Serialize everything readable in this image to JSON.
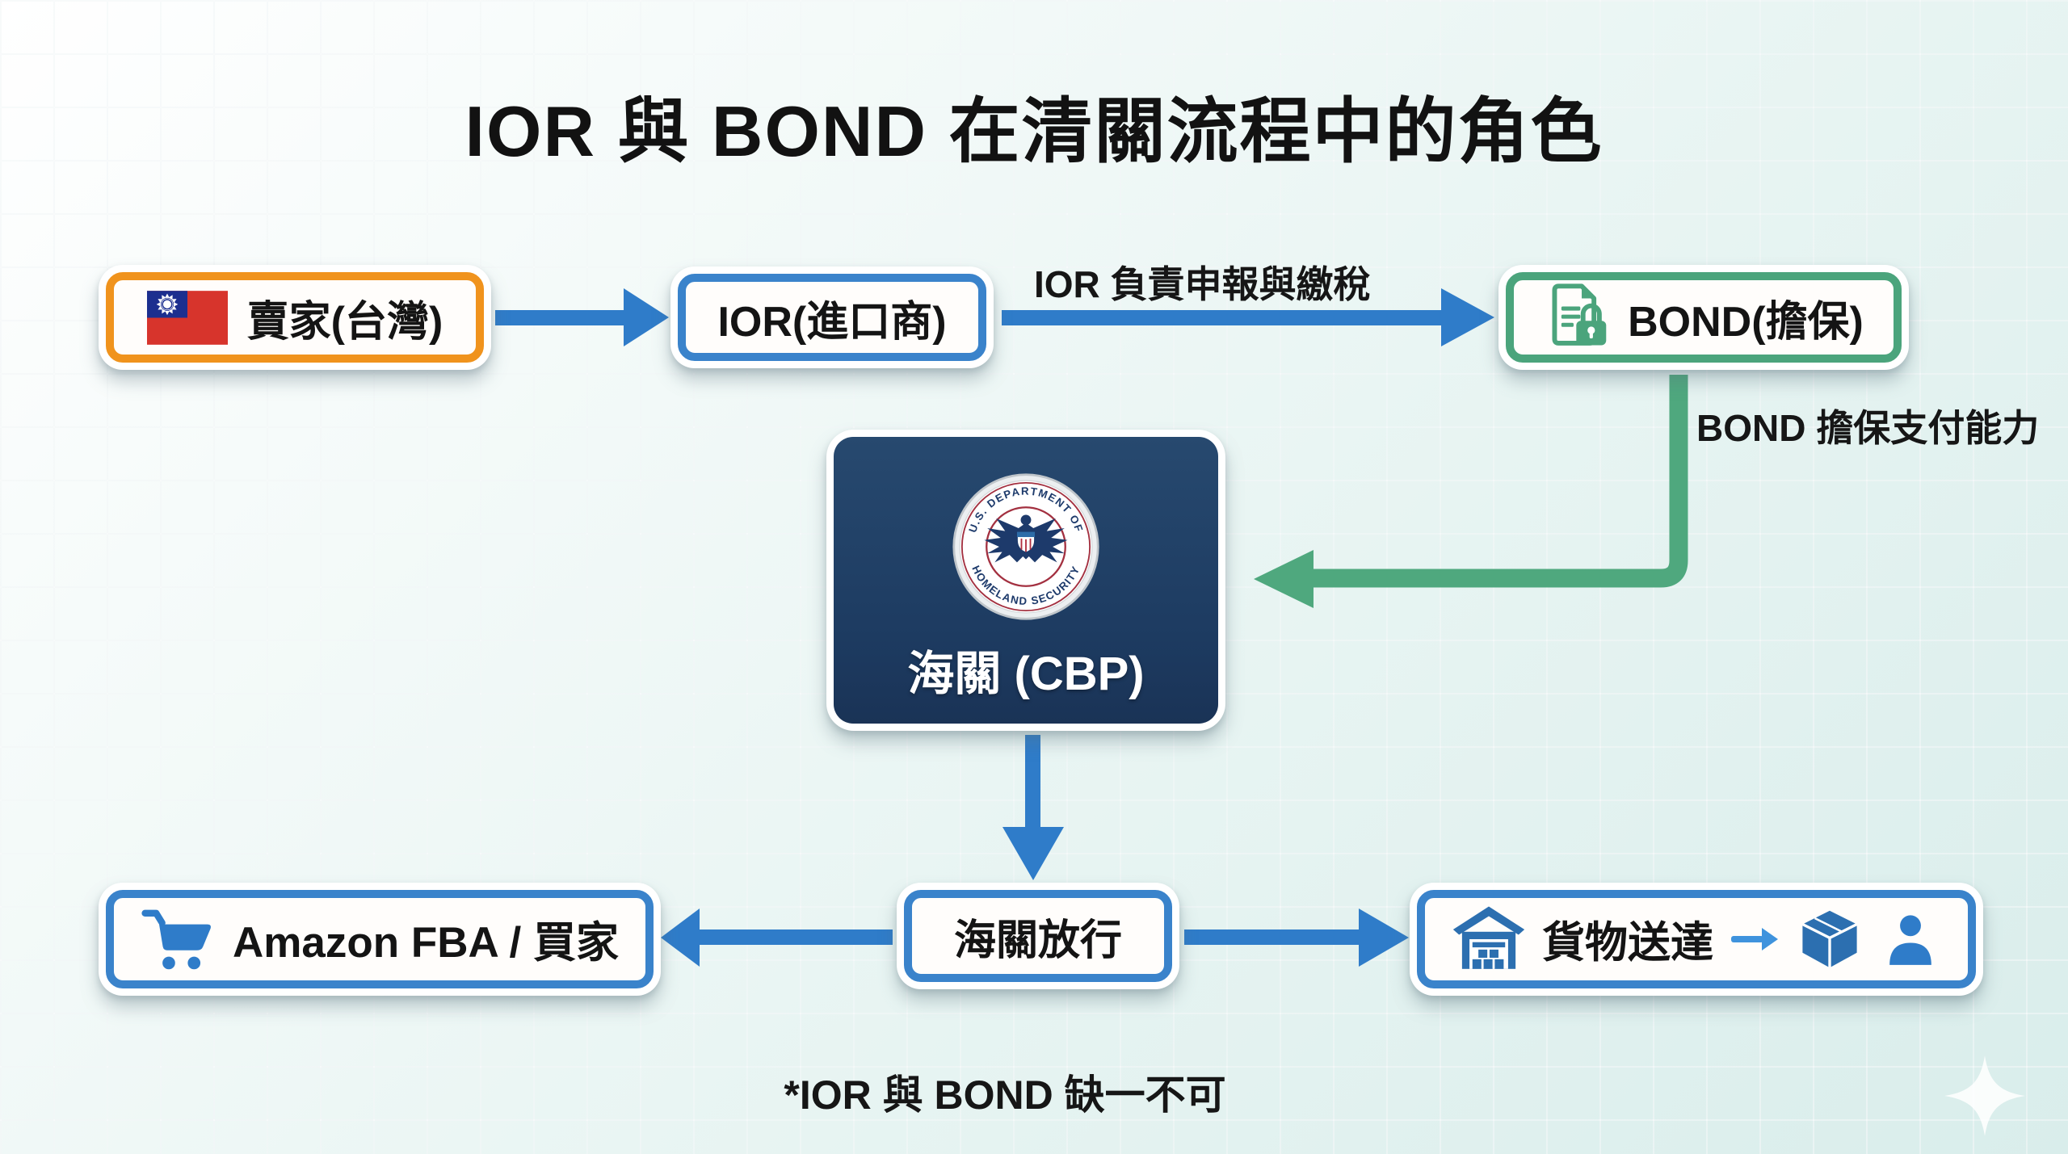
{
  "title": "IOR 與 BOND 在清關流程中的角色",
  "footnote": "*IOR 與 BOND 缺一不可",
  "nodes": {
    "seller": {
      "label": "賣家(台灣)"
    },
    "ior": {
      "label": "IOR(進口商)"
    },
    "bond": {
      "label": "BOND(擔保)"
    },
    "cbp": {
      "label": "海關 (CBP)",
      "seal_text_top": "U.S. DEPARTMENT OF",
      "seal_text_bottom": "HOMELAND SECURITY"
    },
    "customs_release": {
      "label": "海關放行"
    },
    "amazon": {
      "label": "Amazon FBA / 買家"
    },
    "delivery": {
      "label": "貨物送達"
    }
  },
  "edge_labels": {
    "ior_to_bond": "IOR 負責申報與繳稅",
    "bond_to_cbp": "BOND 擔保支付能力"
  },
  "icons": {
    "seller": "taiwan-flag-icon",
    "bond": "document-lock-icon",
    "cbp": "dhs-seal",
    "amazon": "shopping-cart-icon",
    "delivery": [
      "warehouse-icon",
      "arrow-right-icon",
      "package-icon",
      "person-icon"
    ],
    "decoration": "sparkle-icon"
  },
  "colors": {
    "arrow_blue": "#2f7cc9",
    "border_blue": "#3a83cb",
    "green": "#4ba47c",
    "orange": "#f0931d",
    "navy_box": "#1f3e66",
    "background": "#e9f5f3"
  }
}
